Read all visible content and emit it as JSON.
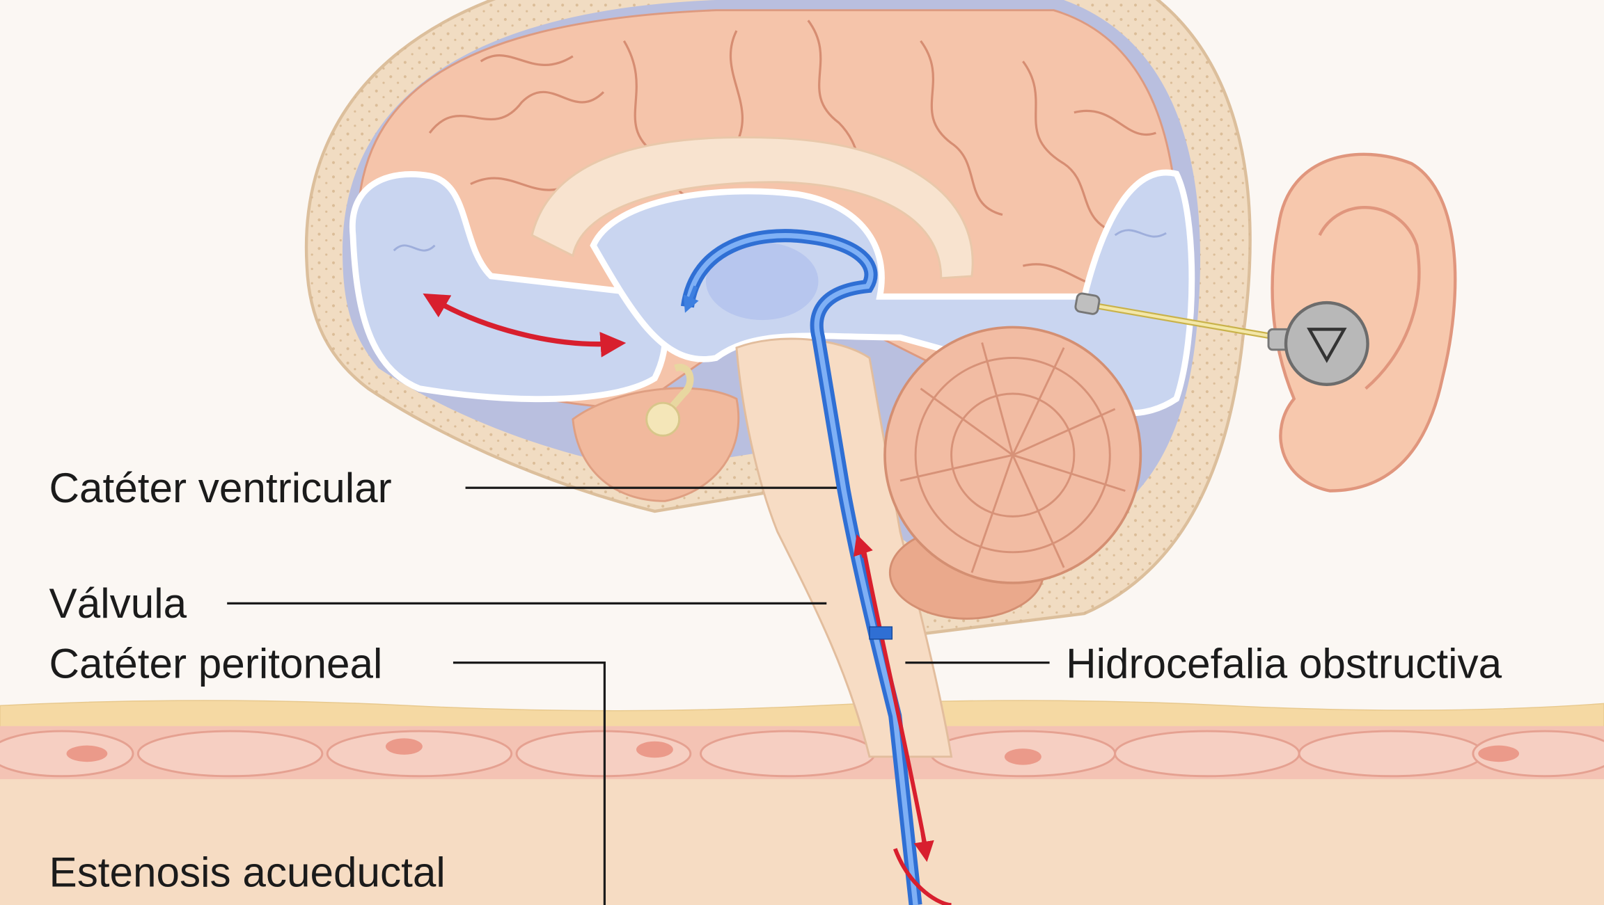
{
  "diagram": {
    "labels": {
      "ventricular_catheter": "Catéter ventricular",
      "valve": "Válvula",
      "peritoneal_catheter": "Catéter peritoneal",
      "obstructive_hydrocephalus": "Hidrocefalia obstructiva",
      "aqueductal_stenosis": "Estenosis acueductal"
    },
    "colors": {
      "background": "#fbf7f3",
      "brain": "#f5c4aa",
      "ventricle": "#c9d5f0",
      "catheter": "#3d7fe0",
      "flow_arrow": "#d81f2e",
      "skull": "#f1dcc2"
    }
  }
}
